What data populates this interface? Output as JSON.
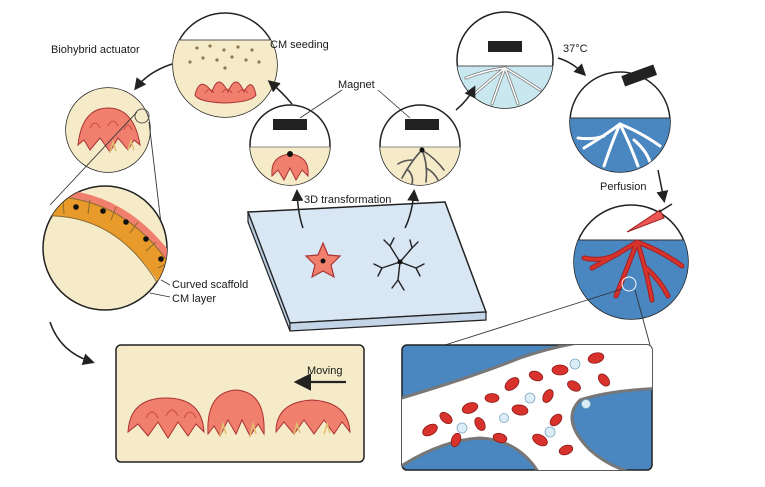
{
  "labels": {
    "biohybrid_actuator": "Biohybrid actuator",
    "cm_seeding": "CM seeding",
    "magnet": "Magnet",
    "temperature": "37°C",
    "transformation": "3D transformation",
    "perfusion": "Perfusion",
    "curved_scaffold": "Curved scaffold",
    "cm_layer": "CM layer",
    "moving": "Moving"
  },
  "colors": {
    "tissue": "#f07f6e",
    "tissue_dark": "#c94a3b",
    "medium": "#f6ebc8",
    "water_light": "#c9e7ee",
    "water_blue": "#4a86c0",
    "substrate": "#d9e6f4",
    "blood_cell": "#d8322c",
    "outline": "#222222"
  }
}
